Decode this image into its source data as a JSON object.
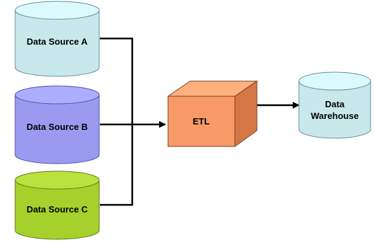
{
  "diagram": {
    "type": "flowchart",
    "sources": [
      {
        "id": "a",
        "label": "Data Source A",
        "color": "#c9e8ec",
        "stroke": "#5f8f96"
      },
      {
        "id": "b",
        "label": "Data Source B",
        "color": "#9a9bf0",
        "stroke": "#4d4fa6"
      },
      {
        "id": "c",
        "label": "Data Source C",
        "color": "#a6d12c",
        "stroke": "#5a7a12"
      }
    ],
    "etl": {
      "label": "ETL",
      "color": "#f79a68",
      "stroke": "#7a4222"
    },
    "warehouse": {
      "label_line1": "Data",
      "label_line2": "Warehouse",
      "color": "#c9e8ec",
      "stroke": "#5f8f96"
    },
    "connector_color": "#000000",
    "edges": [
      {
        "from": "Data Source A",
        "to": "ETL"
      },
      {
        "from": "Data Source B",
        "to": "ETL"
      },
      {
        "from": "Data Source C",
        "to": "ETL"
      },
      {
        "from": "ETL",
        "to": "Data Warehouse"
      }
    ]
  }
}
